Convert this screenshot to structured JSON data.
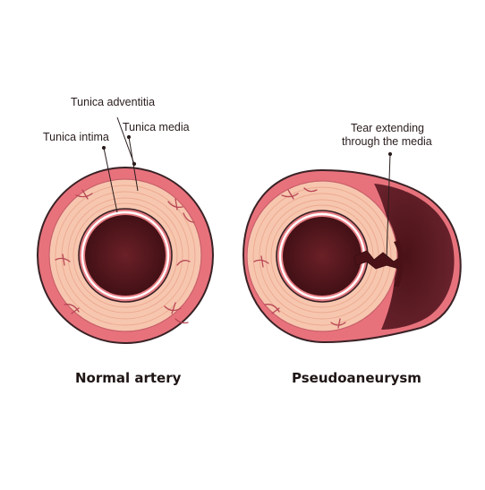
{
  "labels": {
    "adventitia": "Tunica adventitia",
    "media": "Tunica media",
    "intima": "Tunica intima",
    "tear_line1": "Tear extending",
    "tear_line2": "through the media"
  },
  "captions": {
    "normal": "Normal artery",
    "pseudo": "Pseudoaneurysm"
  },
  "colors": {
    "adventitia": "#e8727c",
    "adventitia_outline": "#3a2226",
    "media": "#f7c6ae",
    "media_lines": "#e9a791",
    "intima_ring": "#e77c83",
    "lumen": "#5a1a1f",
    "lumen_dark": "#3e0f14",
    "hematoma": "#5c1a20",
    "vessel_lines": "#b84756"
  }
}
